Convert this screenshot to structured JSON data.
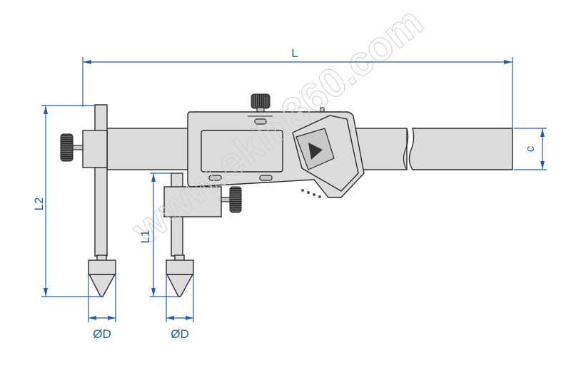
{
  "title": "Digital caliper with conical tips – dimension diagram",
  "dimensions": {
    "overall_length": "L",
    "beam_thickness": "c",
    "fixed_jaw_depth": "L2",
    "sliding_jaw_depth": "L1",
    "fixed_tip_diameter": "ØD",
    "sliding_tip_diameter": "ØD"
  },
  "watermark": "www.ekin360.com",
  "colors": {
    "dimension": "#1f5fae",
    "body": "#dcdcdc",
    "outline": "#2a2a2a"
  }
}
